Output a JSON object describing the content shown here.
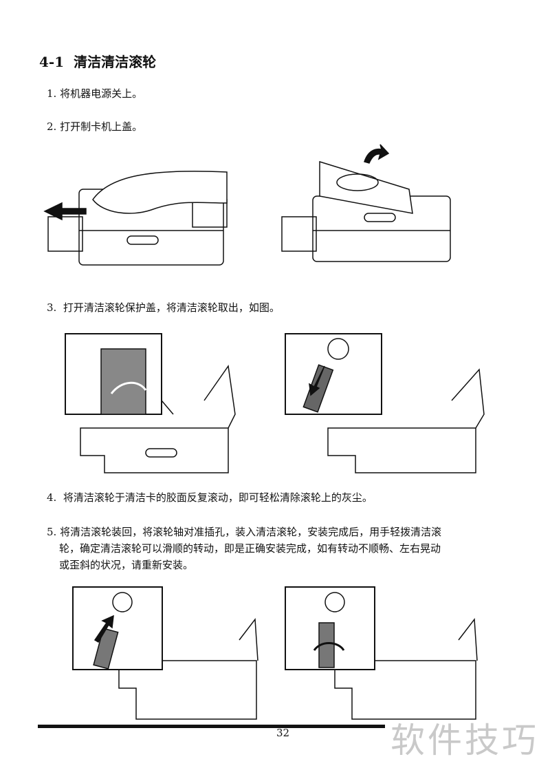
{
  "section": {
    "number": "4-1",
    "title": "清洁清洁滚轮"
  },
  "steps": [
    {
      "num": "1.",
      "text": "将机器电源关上。"
    },
    {
      "num": "2.",
      "text": "打开制卡机上盖。"
    },
    {
      "num": "3.",
      "text": "打开清洁滚轮保护盖，将清洁滚轮取出，如图。"
    },
    {
      "num": "4.",
      "text": "将清洁滚轮于清洁卡的胶面反复滚动，即可轻松清除滚轮上的灰尘。"
    },
    {
      "num": "5.",
      "lines": [
        "将清洁滚轮装回，将滚轮轴对准插孔，装入清洁滚轮，安装完成后，用手轻拨清洁滚",
        "轮，确定清洁滚轮可以滑顺的转动，即是正确安装完成，如有转动不顺畅、左右晃动",
        "或歪斜的状况，请重新安装。"
      ]
    }
  ],
  "page_number": "32",
  "watermark": "软件技巧"
}
